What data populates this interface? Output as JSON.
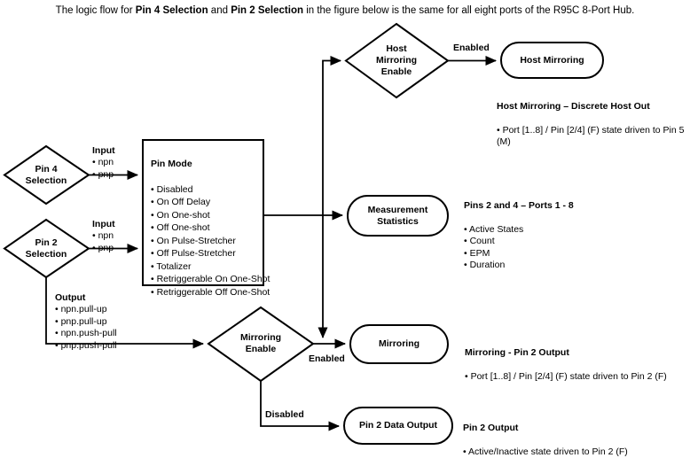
{
  "caption": {
    "pre": "The logic flow for ",
    "b1": "Pin 4 Selection",
    "mid": " and ",
    "b2": "Pin 2 Selection",
    "post": " in the figure below is the same for all eight ports of the R95C 8-Port Hub."
  },
  "colors": {
    "stroke": "#000000",
    "fill": "#ffffff",
    "text": "#000000"
  },
  "nodes": {
    "pin4_selection": {
      "label": "Pin 4\nSelection",
      "shape": "diamond"
    },
    "pin2_selection": {
      "label": "Pin 2\nSelection",
      "shape": "diamond"
    },
    "pin_mode": {
      "shape": "rect",
      "header": "Pin Mode",
      "items": [
        "Disabled",
        "On Off Delay",
        "On One-shot",
        "Off One-shot",
        "On Pulse-Stretcher",
        "Off Pulse-Stretcher",
        "Totalizer",
        "Retriggerable On One-Shot",
        "Retriggerable Off One-Shot"
      ]
    },
    "host_mirroring_enable": {
      "label": "Host\nMirroring\nEnable",
      "shape": "diamond"
    },
    "host_mirroring": {
      "label": "Host Mirroring",
      "shape": "stadium"
    },
    "measurement_statistics": {
      "label": "Measurement\nStatistics",
      "shape": "stadium"
    },
    "mirroring_enable": {
      "label": "Mirroring\nEnable",
      "shape": "diamond"
    },
    "mirroring": {
      "label": "Mirroring",
      "shape": "stadium"
    },
    "pin2_data_output": {
      "label": "Pin 2 Data Output",
      "shape": "stadium"
    }
  },
  "edge_labels": {
    "pin4_input": {
      "header": "Input",
      "items": [
        "npn",
        "pnp"
      ]
    },
    "pin2_input": {
      "header": "Input",
      "items": [
        "npn",
        "pnp"
      ]
    },
    "pin2_output": {
      "header": "Output",
      "items": [
        "npn.pull-up",
        "pnp.pull-up",
        "npn.push-pull",
        "pnp.push-pull"
      ]
    },
    "host_enabled": "Enabled",
    "mirroring_enabled": "Enabled",
    "mirroring_disabled": "Disabled"
  },
  "annotations": {
    "host_mirroring": {
      "header": "Host Mirroring – Discrete Host Out",
      "items": [
        "Port [1..8] / Pin [2/4] (F) state driven to Pin 5 (M)"
      ]
    },
    "measurement_statistics": {
      "header": "Pins 2 and 4 – Ports 1 - 8",
      "items": [
        "Active States",
        "Count",
        "EPM",
        "Duration"
      ]
    },
    "mirroring": {
      "header": "Mirroring - Pin 2 Output",
      "items": [
        "Port [1..8] / Pin [2/4] (F) state driven to Pin 2 (F)"
      ]
    },
    "pin2_data_output": {
      "header": "Pin 2 Output",
      "items": [
        "Active/Inactive state driven to Pin 2 (F)"
      ]
    }
  }
}
